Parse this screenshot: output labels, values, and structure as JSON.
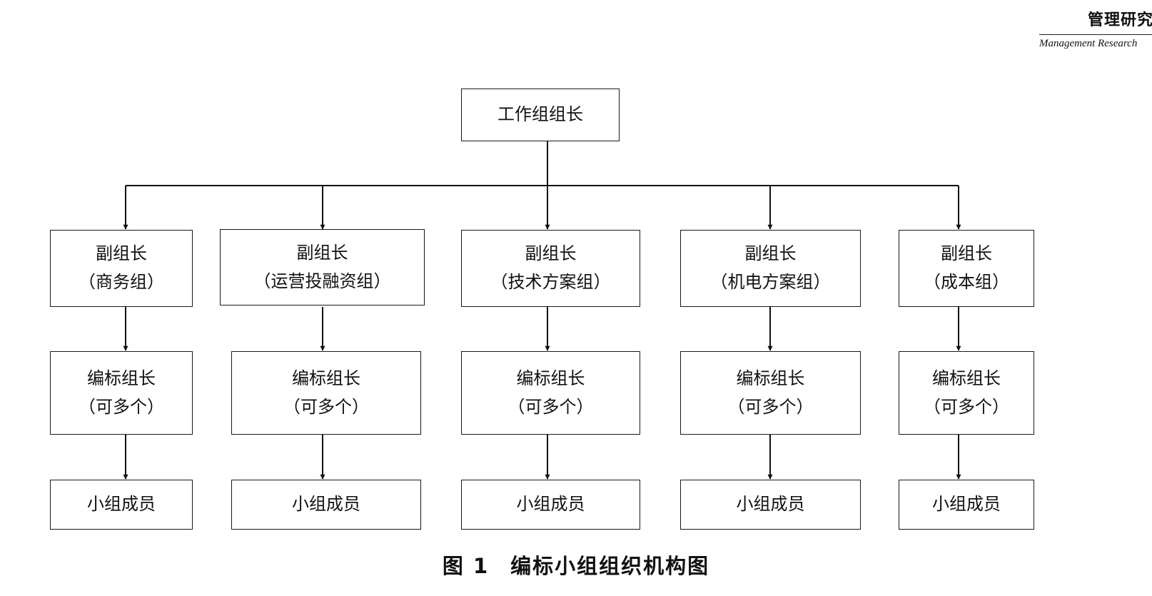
{
  "header": {
    "journal_cn": "管理研究",
    "journal_en": "Management Research"
  },
  "diagram": {
    "root": "工作组组长",
    "groups": [
      {
        "lead": [
          "副组长",
          "（商务组）"
        ],
        "bid_lead": [
          "编标组长",
          "（可多个）"
        ],
        "members": "小组成员"
      },
      {
        "lead": [
          "副组长",
          "（运营投融资组）"
        ],
        "bid_lead": [
          "编标组长",
          "（可多个）"
        ],
        "members": "小组成员"
      },
      {
        "lead": [
          "副组长",
          "（技术方案组）"
        ],
        "bid_lead": [
          "编标组长",
          "（可多个）"
        ],
        "members": "小组成员"
      },
      {
        "lead": [
          "副组长",
          "（机电方案组）"
        ],
        "bid_lead": [
          "编标组长",
          "（可多个）"
        ],
        "members": "小组成员"
      },
      {
        "lead": [
          "副组长",
          "（成本组）"
        ],
        "bid_lead": [
          "编标组长",
          "（可多个）"
        ],
        "members": "小组成员"
      }
    ]
  },
  "caption": {
    "figure_number": "图 1",
    "title": "编标小组组织机构图"
  }
}
